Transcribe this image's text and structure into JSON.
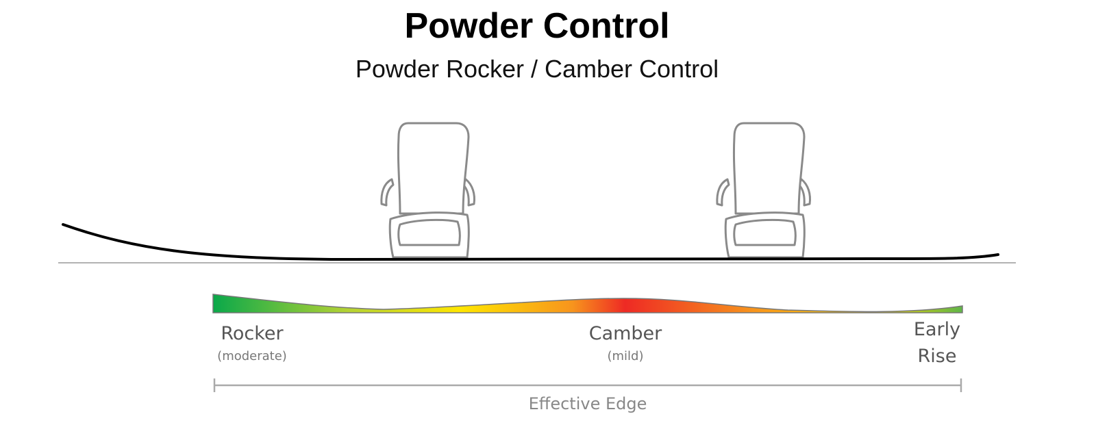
{
  "title": "Powder Control",
  "subtitle": "Powder Rocker / Camber Control",
  "profile_labels": {
    "rocker": {
      "label": "Rocker",
      "note": "(moderate)"
    },
    "camber": {
      "label": "Camber",
      "note": "(mild)"
    },
    "early_rise": {
      "line1": "Early",
      "line2": "Rise"
    }
  },
  "effective_edge_label": "Effective Edge",
  "colors": {
    "rocker": "#0aa84a",
    "transition": "#ffe600",
    "camber": "#ee2a24",
    "binding_stroke": "#8a8a8a"
  }
}
